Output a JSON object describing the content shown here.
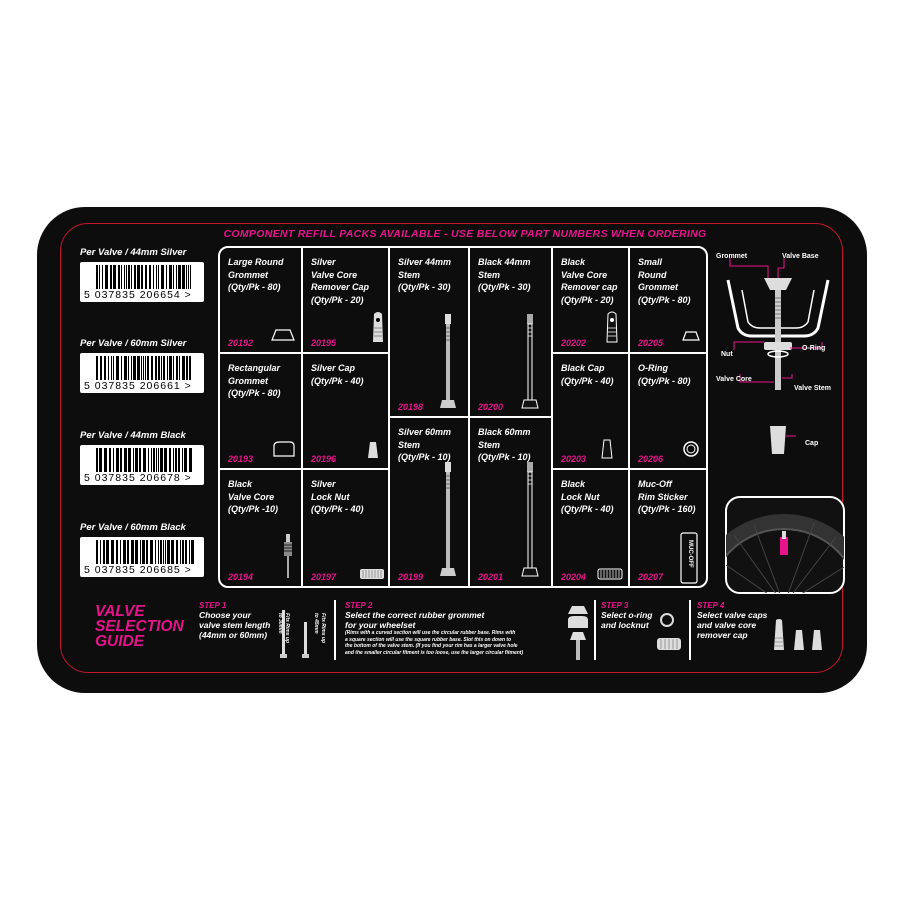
{
  "header": "COMPONENT REFILL PACKS AVAILABLE - USE BELOW PART NUMBERS WHEN ORDERING",
  "barcodes": [
    {
      "label": "Per Valve / 44mm Silver",
      "number": "5 037835 206654 >"
    },
    {
      "label": "Per Valve / 60mm Silver",
      "number": "5 037835 206661 >"
    },
    {
      "label": "Per Valve / 44mm Black",
      "number": "5 037835 206678 >"
    },
    {
      "label": "Per Valve / 60mm Black",
      "number": "5 037835 206685 >"
    }
  ],
  "cells": [
    {
      "name": "Large Round\nGrommet\n(Qty/Pk - 80)",
      "code": "20192"
    },
    {
      "name": "Silver\nValve Core\nRemover Cap\n(Qty/Pk - 20)",
      "code": "20195"
    },
    {
      "name": "Silver 44mm\nStem\n(Qty/Pk - 30)",
      "code": "20198"
    },
    {
      "name": "Black 44mm\nStem\n(Qty/Pk - 30)",
      "code": "20200"
    },
    {
      "name": "Black\nValve Core\nRemover cap\n(Qty/Pk - 20)",
      "code": "20202"
    },
    {
      "name": "Small\nRound\nGrommet\n(Qty/Pk - 80)",
      "code": "20205"
    },
    {
      "name": "Rectangular\nGrommet\n(Qty/Pk - 80)",
      "code": "20193"
    },
    {
      "name": "Silver Cap\n(Qty/Pk - 40)",
      "code": "20196"
    },
    {
      "name": "Black Cap\n(Qty/Pk - 40)",
      "code": "20203"
    },
    {
      "name": "O-Ring\n(Qty/Pk - 80)",
      "code": "20206"
    },
    {
      "name": "Silver 60mm\nStem\n(Qty/Pk - 10)",
      "code": "20199"
    },
    {
      "name": "Black 60mm\nStem\n(Qty/Pk - 10)",
      "code": "20201"
    },
    {
      "name": "Black\nValve Core\n(Qty/Pk -10)",
      "code": "20194"
    },
    {
      "name": "Silver\nLock Nut\n(Qty/Pk - 40)",
      "code": "20197"
    },
    {
      "name": "Black\nLock Nut\n(Qty/Pk - 40)",
      "code": "20204"
    },
    {
      "name": "Muc-Off\nRim Sticker\n(Qty/Pk - 160)",
      "code": "20207"
    }
  ],
  "title": "VALVE\nSELECTION\nGUIDE",
  "steps": [
    {
      "label": "STEP 1",
      "text": "Choose your\nvalve stem length\n(44mm or 60mm)",
      "note_a": "Fits Rims up\nto 30mm",
      "note_b": "Fits Rims up\nto 45mm"
    },
    {
      "label": "STEP 2",
      "text": "Select the correct rubber grommet\nfor your wheelset",
      "small": "(Rims with a curved section will use the circular rubber base. Rims with\na square section will use the square rubber base. Slot this on down to\nthe bottom of the valve stem. (If you find your rim has a larger valve hole\nand the smaller circular fitment is too loose, use the larger circular fitment)"
    },
    {
      "label": "STEP 3",
      "text": "Select o-ring\nand locknut"
    },
    {
      "label": "STEP 4",
      "text": "Select valve caps\nand valve core\nremover cap"
    }
  ],
  "diagram": {
    "grommet": "Grommet",
    "valve_base": "Valve Base",
    "nut": "Nut",
    "o_ring": "O-Ring",
    "valve_core": "Valve Core",
    "valve_stem": "Valve Stem",
    "cap": "Cap"
  },
  "sticker_text": "MUC-OFF",
  "colors": {
    "accent": "#e6138c",
    "board": "#0d0d0d",
    "border": "#c4172c"
  }
}
